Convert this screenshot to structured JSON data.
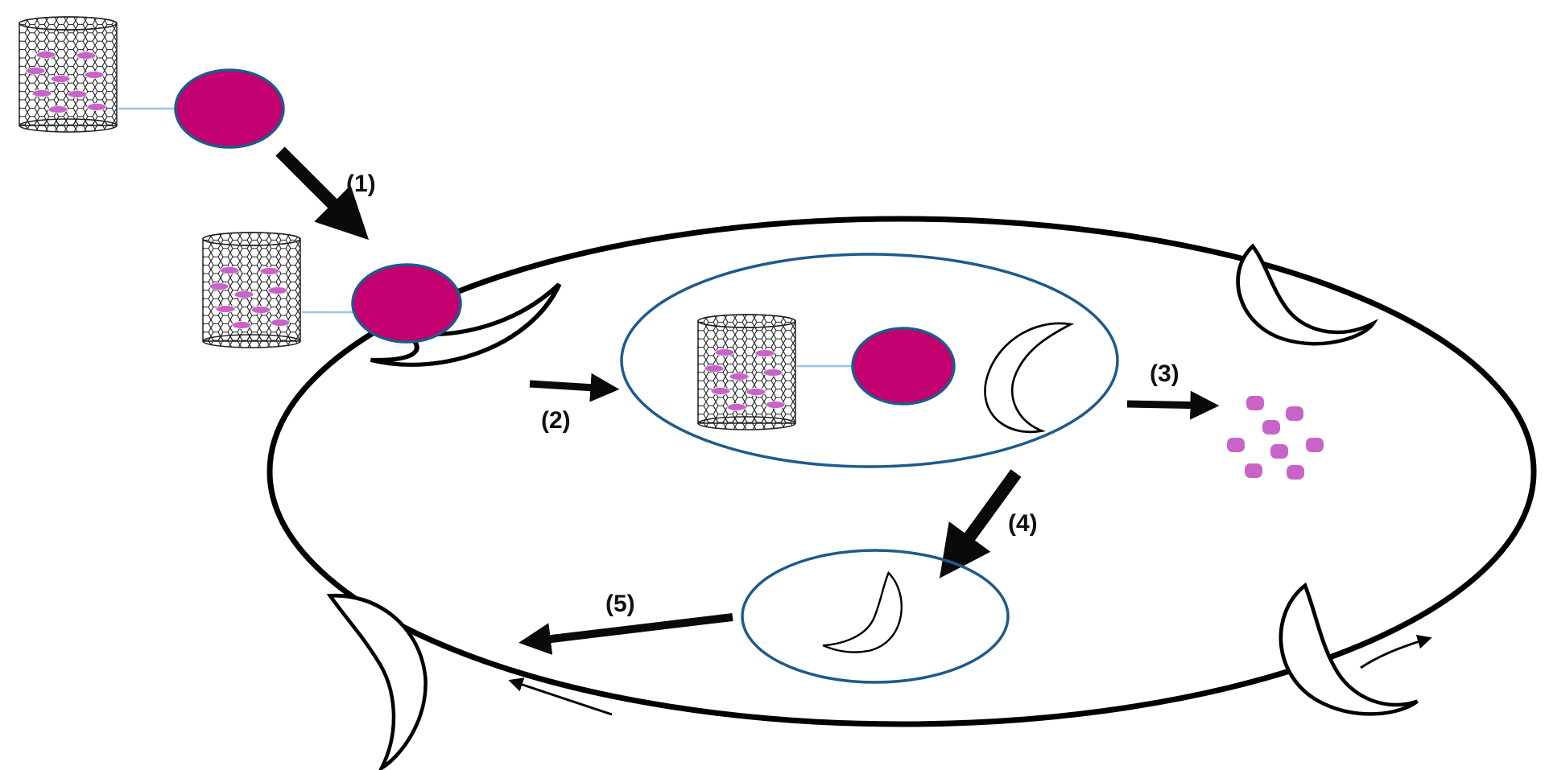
{
  "diagram": {
    "steps": [
      {
        "id": "1",
        "label": "(1)"
      },
      {
        "id": "2",
        "label": "(2)"
      },
      {
        "id": "3",
        "label": "(3)"
      },
      {
        "id": "4",
        "label": "(4)"
      },
      {
        "id": "5",
        "label": "(5)"
      }
    ],
    "colors": {
      "ligand": "#c2006f",
      "drug": "#c864c8",
      "vesicle": "#1f5a8a",
      "arrow": "#0a0a0a",
      "tether": "#9ac4ea",
      "cell_membrane": "#000000"
    },
    "icons": [
      "carbon-nanotube-icon",
      "ligand-sphere-icon",
      "receptor-icon",
      "drug-molecule-icon"
    ]
  }
}
